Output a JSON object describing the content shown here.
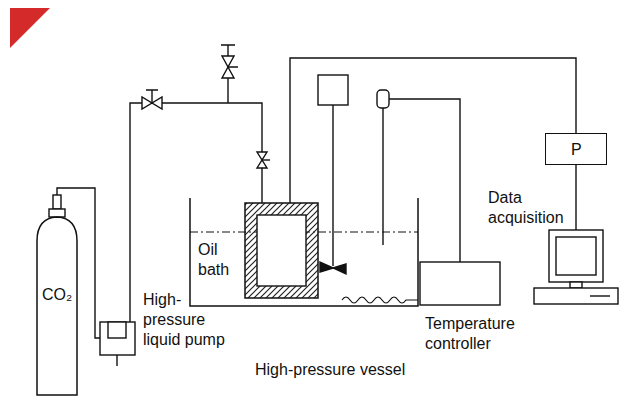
{
  "diagram": {
    "nodes": [
      {
        "text": [
          "CO₂"
        ]
      },
      {
        "text": [
          "Oil bath"
        ]
      },
      {
        "text": [
          "P"
        ]
      }
    ],
    "labels": [
      "High-pressure liquid pump",
      "High-pressure vessel",
      "Temperature controller",
      "Data acquisition"
    ]
  }
}
